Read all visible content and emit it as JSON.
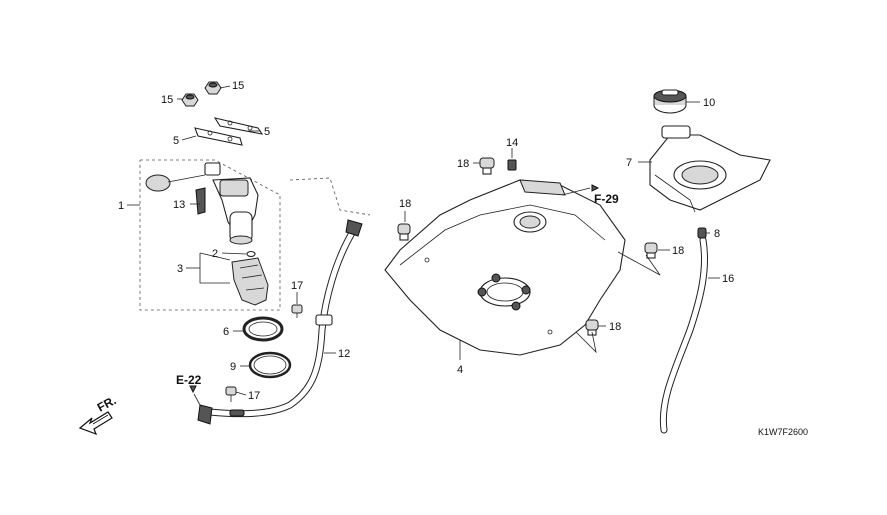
{
  "callouts": {
    "c1": "1",
    "c2": "2",
    "c3": "3",
    "c4": "4",
    "c5a": "5",
    "c5b": "5",
    "c6": "6",
    "c7": "7",
    "c8": "8",
    "c9": "9",
    "c10": "10",
    "c12": "12",
    "c13": "13",
    "c14": "14",
    "c15a": "15",
    "c15b": "15",
    "c16": "16",
    "c17a": "17",
    "c17b": "17",
    "c18a": "18",
    "c18b": "18",
    "c18c": "18",
    "c18d": "18"
  },
  "refs": {
    "f29": "F-29",
    "e22": "E-22",
    "fr": "FR."
  },
  "diagram_code": "K1W7F2600"
}
